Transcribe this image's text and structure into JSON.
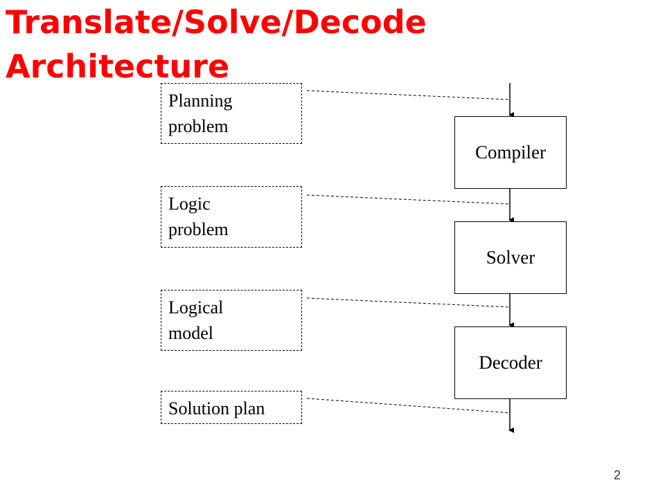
{
  "title": "Translate/Solve/Decode\nArchitecture",
  "representations": [
    {
      "text": "Planning\nproblem"
    },
    {
      "text": "Logic\nproblem"
    },
    {
      "text": "Logical\nmodel"
    },
    {
      "text": "Solution plan"
    }
  ],
  "stages": [
    {
      "label": "Compiler"
    },
    {
      "label": "Solver"
    },
    {
      "label": "Decoder"
    }
  ],
  "page_number": "2",
  "colors": {
    "title": "#ff0000",
    "lines": "#000000"
  }
}
